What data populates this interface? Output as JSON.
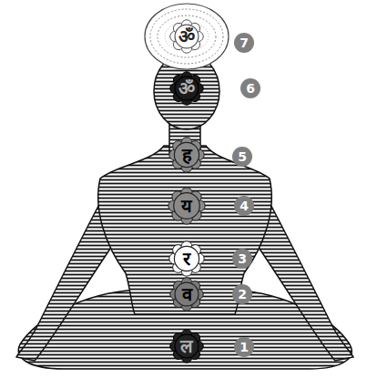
{
  "diagram": {
    "nodes": [
      {
        "text": [
          "ॐ"
        ]
      },
      {
        "text": [
          "ॐ"
        ]
      },
      {
        "text": [
          "ह"
        ]
      },
      {
        "text": [
          "य"
        ]
      },
      {
        "text": [
          "र"
        ]
      },
      {
        "text": [
          "व"
        ]
      },
      {
        "text": [
          "ल"
        ]
      }
    ],
    "labels": [
      "7",
      "6",
      "5",
      "4",
      "3",
      "2",
      "1"
    ]
  }
}
